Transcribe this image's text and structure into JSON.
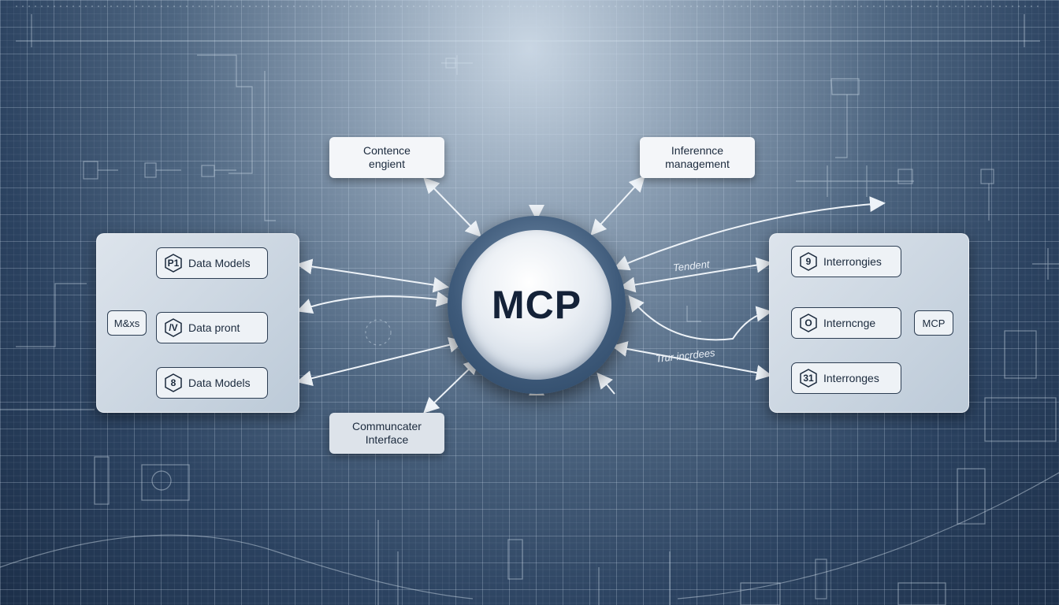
{
  "hub": {
    "label": "MCP"
  },
  "top_labels": {
    "left": {
      "line1": "Contence",
      "line2": "engient"
    },
    "right": {
      "line1": "Inferennce",
      "line2": "management"
    }
  },
  "bottom_label": {
    "line1": "Communcater",
    "line2": "Interface"
  },
  "left_panel": {
    "tag": "M&xs",
    "items": [
      {
        "badge": "P1",
        "label": "Data Models"
      },
      {
        "badge": "/V",
        "label": "Data pront"
      },
      {
        "badge": "8",
        "label": "Data Models"
      }
    ]
  },
  "right_panel": {
    "tag": "MCP",
    "items": [
      {
        "badge": "9",
        "label": "Interrongies"
      },
      {
        "badge": "O",
        "label": "Interncnge"
      },
      {
        "badge": "31",
        "label": "Interronges"
      }
    ]
  },
  "link_labels": {
    "upper": "Tendent",
    "lower": "Trur incrdees"
  },
  "colors": {
    "background": "#2b4260",
    "hub_ring": "#3e5a7a",
    "card": "#f4f6f9",
    "line": "#eef3f8"
  }
}
